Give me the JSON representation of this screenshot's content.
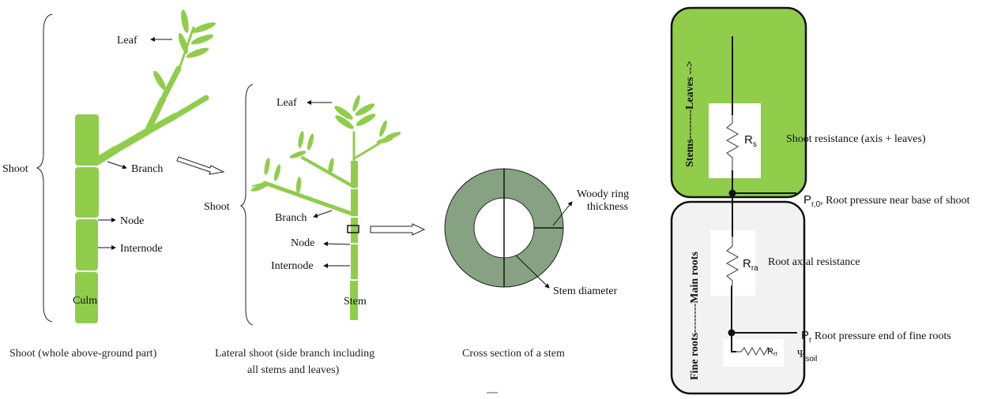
{
  "panel_shoot": {
    "brace_label": "Shoot",
    "labels": {
      "leaf": "Leaf",
      "branch": "Branch",
      "node": "Node",
      "internode": "Internode",
      "culm": "Culm"
    },
    "caption": "Shoot (whole above-ground part)"
  },
  "panel_lateral": {
    "brace_label": "Shoot",
    "labels": {
      "leaf": "Leaf",
      "branch": "Branch",
      "node": "Node",
      "internode": "Internode",
      "stem": "Stem"
    },
    "caption_line1": "Lateral shoot (side branch including",
    "caption_line2": "all stems and leaves)"
  },
  "panel_cross": {
    "labels": {
      "ring_line1": "Woody ring",
      "ring_line2": "thickness",
      "diameter": "Stem diameter"
    },
    "caption": "Cross section of a stem"
  },
  "panel_circuit": {
    "shoot_box_label": "Stems--------Leaves -->",
    "root_box_label": "Fine  roots--------Main roots",
    "rs": {
      "main": "R",
      "sub": "s",
      "desc": "Shoot  resistance (axis + leaves)"
    },
    "pr0": {
      "main": "P",
      "sub": "r,0",
      "desc": ", Root pressure near base of shoot"
    },
    "rra": {
      "main": "R",
      "sub": "ra",
      "desc": "Root  axial  resistance"
    },
    "pr": {
      "main": "P",
      "sub": "r",
      "desc": " Root pressure end of fine roots"
    },
    "rrr": {
      "main": "R",
      "sub": "rr"
    },
    "psi": {
      "main": "Ψ",
      "sub": "soil"
    },
    "colors": {
      "shoot_fill": "#8fcd4b",
      "root_fill": "#f2f2f2"
    }
  },
  "colors": {
    "plant_green": "#8fcd4b",
    "ring_fill": "#87a283"
  }
}
